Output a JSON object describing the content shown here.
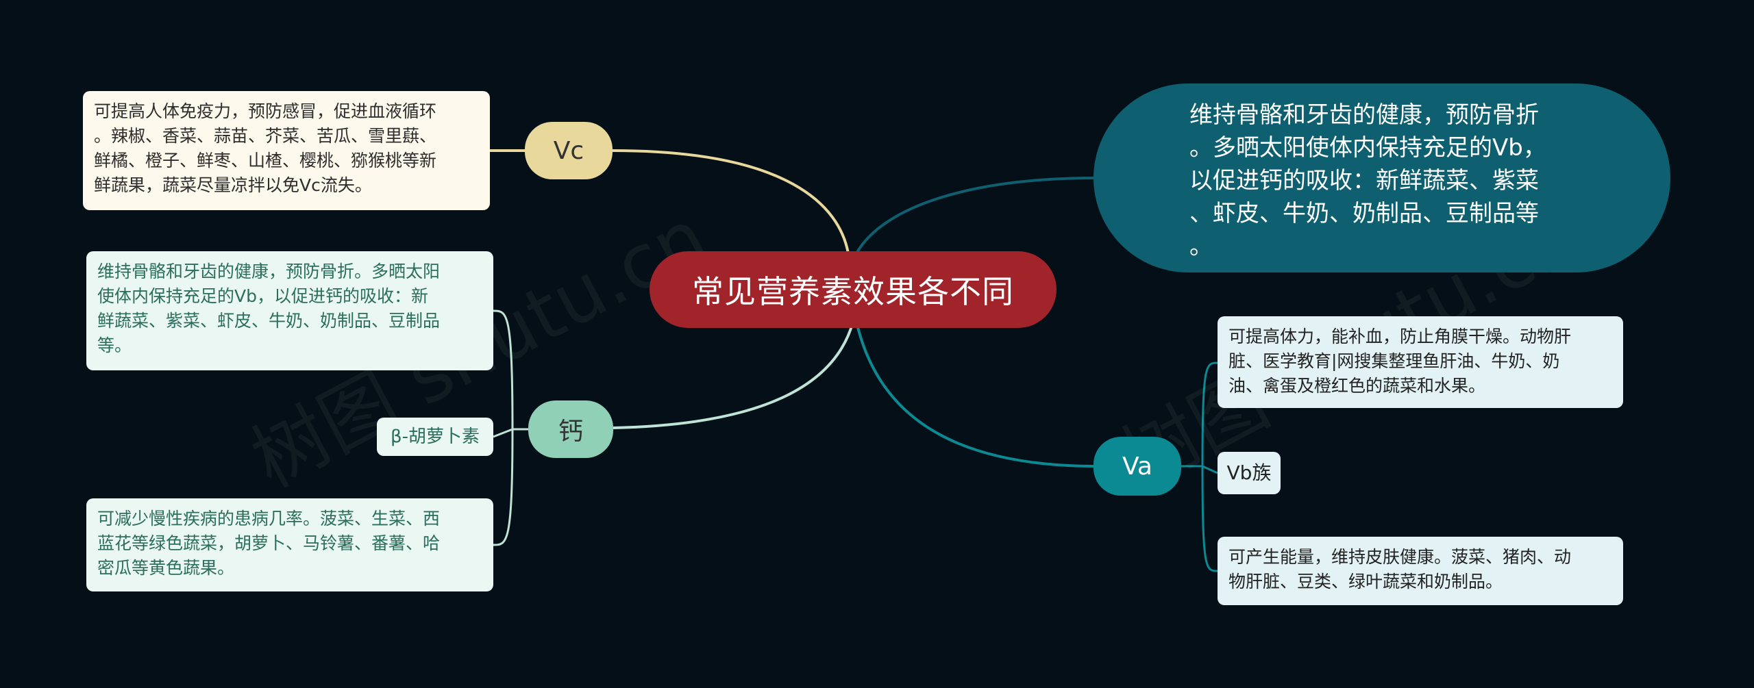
{
  "root": {
    "label": "常见营养素效果各不同"
  },
  "branches": {
    "vc": {
      "label": "Vc",
      "color": "#e8d89c",
      "text": "可提高人体免疫力，预防感冒，促进血液循环\n。辣椒、香菜、蒜苗、芥菜、苦瓜、雪里蕻、\n鲜橘、橙子、鲜枣、山楂、樱桃、猕猴桃等新\n鲜蔬果，蔬菜尽量凉拌以免Vc流失。"
    },
    "calcium": {
      "label": "钙",
      "color": "#8fd0b6",
      "children": [
        "维持骨骼和牙齿的健康，预防骨折。多晒太阳\n使体内保持充足的Vb，以促进钙的吸收：新\n鲜蔬菜、紫菜、虾皮、牛奶、奶制品、豆制品\n等。",
        "β-胡萝卜素",
        "可减少慢性疾病的患病几率。菠菜、生菜、西\n蓝花等绿色蔬菜，胡萝卜、马铃薯、番薯、哈\n密瓜等黄色蔬果。"
      ]
    },
    "vb": {
      "color": "#0e5f70",
      "text": "维持骨骼和牙齿的健康，预防骨折\n。多晒太阳使体内保持充足的Vb，\n以促进钙的吸收：新鲜蔬菜、紫菜\n、虾皮、牛奶、奶制品、豆制品等\n。"
    },
    "va": {
      "label": "Va",
      "color": "#0b8a93",
      "children": [
        "可提高体力，能补血，防止角膜干燥。动物肝\n脏、医学教育|网搜集整理鱼肝油、牛奶、奶\n油、禽蛋及橙红色的蔬菜和水果。",
        "Vb族",
        "可产生能量，维持皮肤健康。菠菜、猪肉、动\n物肝脏、豆类、绿叶蔬菜和奶制品。"
      ]
    }
  },
  "watermark": "树图 shutu.cn"
}
